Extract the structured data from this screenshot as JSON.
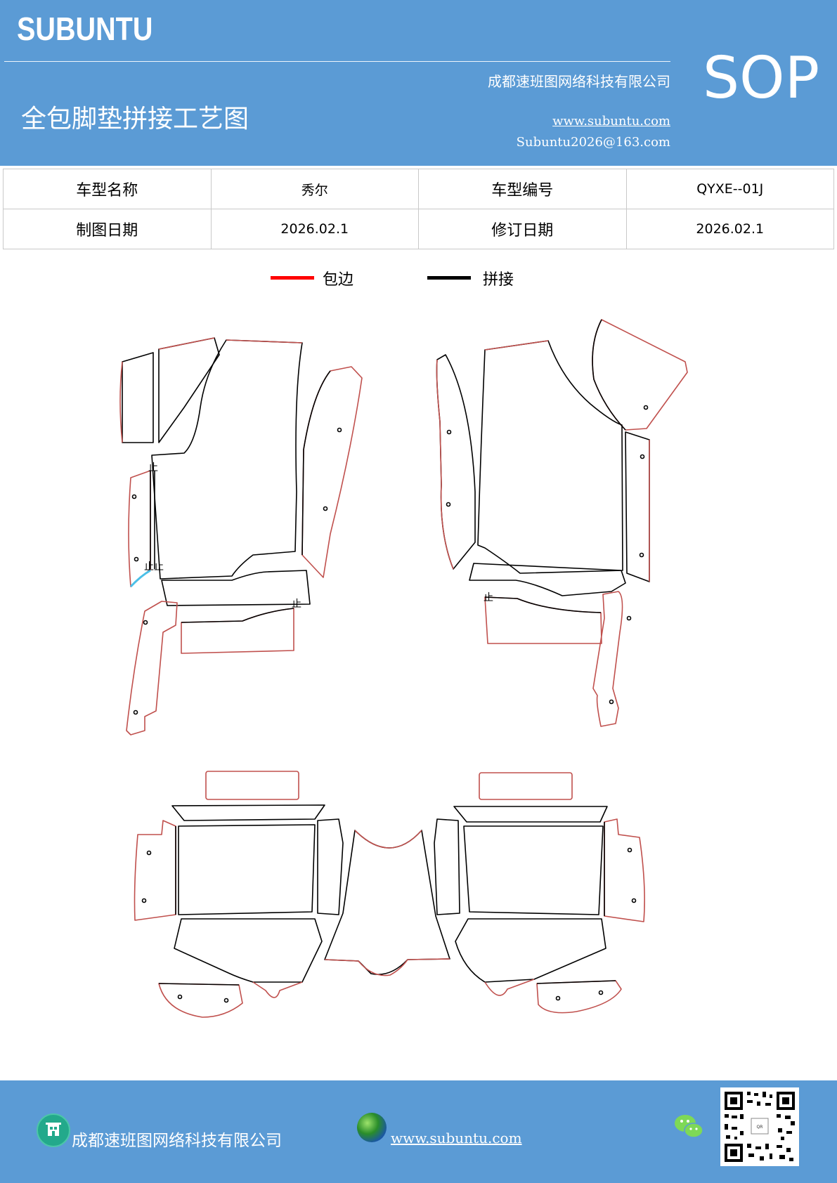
{
  "header": {
    "logo": "SUBUNTU",
    "company": "成都速班图网络科技有限公司",
    "title": "全包脚垫拼接工艺图",
    "url": "www.subuntu.com",
    "email": "Subuntu2026@163.com",
    "badge": "SOP",
    "background": "#5b9bd5"
  },
  "info_table": {
    "rows": [
      [
        {
          "text": "车型名称"
        },
        {
          "text": "秀尔"
        },
        {
          "text": "车型编号"
        },
        {
          "text": "QYXE--01J"
        }
      ],
      [
        {
          "text": "制图日期"
        },
        {
          "text": "2026.02.1"
        },
        {
          "text": "修订日期"
        },
        {
          "text": "2026.02.1"
        }
      ]
    ]
  },
  "legend": {
    "items": [
      {
        "label": "包边",
        "color": "#ff0000"
      },
      {
        "label": "拼接",
        "color": "#000000"
      }
    ]
  },
  "drawing": {
    "edge_color": "#c0504d",
    "seam_color": "#000000",
    "markers": [
      "止",
      "止",
      "止止",
      "止",
      "止"
    ]
  },
  "footer": {
    "company": "成都速班图网络科技有限公司",
    "url": "www.subuntu.com",
    "icons": [
      "building-icon",
      "globe-icon",
      "wechat-icon",
      "qr-code"
    ]
  }
}
